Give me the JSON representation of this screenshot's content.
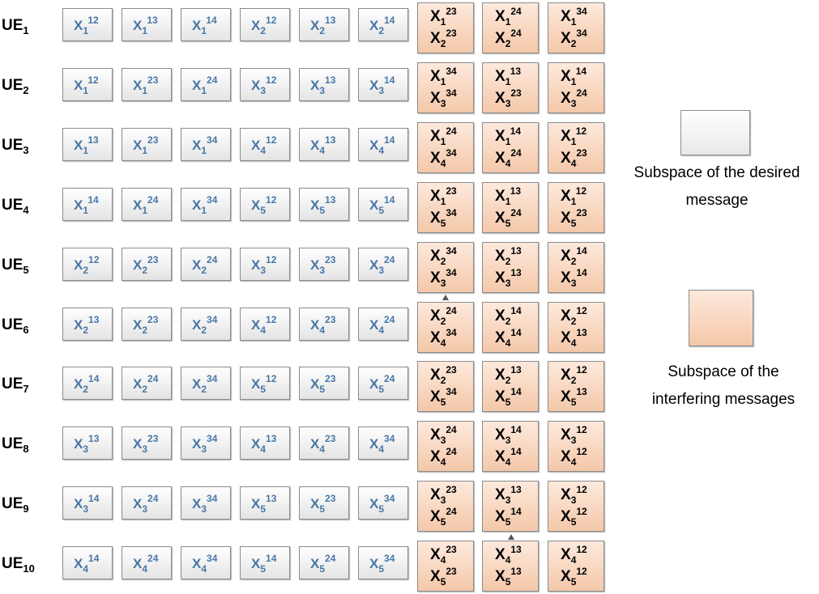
{
  "rows": [
    {
      "ue": {
        "base": "UE",
        "sub": "1"
      },
      "desired": [
        [
          "1",
          "12"
        ],
        [
          "1",
          "13"
        ],
        [
          "1",
          "14"
        ],
        [
          "2",
          "12"
        ],
        [
          "2",
          "13"
        ],
        [
          "2",
          "14"
        ]
      ],
      "interfering": [
        [
          [
            "1",
            "23"
          ],
          [
            "2",
            "23"
          ]
        ],
        [
          [
            "1",
            "24"
          ],
          [
            "2",
            "24"
          ]
        ],
        [
          [
            "1",
            "34"
          ],
          [
            "2",
            "34"
          ]
        ]
      ]
    },
    {
      "ue": {
        "base": "UE",
        "sub": "2"
      },
      "desired": [
        [
          "1",
          "12"
        ],
        [
          "1",
          "23"
        ],
        [
          "1",
          "24"
        ],
        [
          "3",
          "12"
        ],
        [
          "3",
          "13"
        ],
        [
          "3",
          "14"
        ]
      ],
      "interfering": [
        [
          [
            "1",
            "34"
          ],
          [
            "3",
            "34"
          ]
        ],
        [
          [
            "1",
            "13"
          ],
          [
            "3",
            "23"
          ]
        ],
        [
          [
            "1",
            "14"
          ],
          [
            "3",
            "24"
          ]
        ]
      ]
    },
    {
      "ue": {
        "base": "UE",
        "sub": "3"
      },
      "desired": [
        [
          "1",
          "13"
        ],
        [
          "1",
          "23"
        ],
        [
          "1",
          "34"
        ],
        [
          "4",
          "12"
        ],
        [
          "4",
          "13"
        ],
        [
          "4",
          "14"
        ]
      ],
      "interfering": [
        [
          [
            "1",
            "24"
          ],
          [
            "4",
            "34"
          ]
        ],
        [
          [
            "1",
            "14"
          ],
          [
            "4",
            "24"
          ]
        ],
        [
          [
            "1",
            "12"
          ],
          [
            "4",
            "23"
          ]
        ]
      ]
    },
    {
      "ue": {
        "base": "UE",
        "sub": "4"
      },
      "desired": [
        [
          "1",
          "14"
        ],
        [
          "1",
          "24"
        ],
        [
          "1",
          "34"
        ],
        [
          "5",
          "12"
        ],
        [
          "5",
          "13"
        ],
        [
          "5",
          "14"
        ]
      ],
      "interfering": [
        [
          [
            "1",
            "23"
          ],
          [
            "5",
            "34"
          ]
        ],
        [
          [
            "1",
            "13"
          ],
          [
            "5",
            "24"
          ]
        ],
        [
          [
            "1",
            "12"
          ],
          [
            "5",
            "23"
          ]
        ]
      ]
    },
    {
      "ue": {
        "base": "UE",
        "sub": "5"
      },
      "desired": [
        [
          "2",
          "12"
        ],
        [
          "2",
          "23"
        ],
        [
          "2",
          "24"
        ],
        [
          "3",
          "12"
        ],
        [
          "3",
          "23"
        ],
        [
          "3",
          "24"
        ]
      ],
      "interfering": [
        [
          [
            "2",
            "34"
          ],
          [
            "3",
            "34"
          ]
        ],
        [
          [
            "2",
            "13"
          ],
          [
            "3",
            "13"
          ]
        ],
        [
          [
            "2",
            "14"
          ],
          [
            "3",
            "14"
          ]
        ]
      ]
    },
    {
      "ue": {
        "base": "UE",
        "sub": "6"
      },
      "desired": [
        [
          "2",
          "13"
        ],
        [
          "2",
          "23"
        ],
        [
          "2",
          "34"
        ],
        [
          "4",
          "12"
        ],
        [
          "4",
          "23"
        ],
        [
          "4",
          "24"
        ]
      ],
      "interfering": [
        [
          [
            "2",
            "24"
          ],
          [
            "4",
            "34"
          ]
        ],
        [
          [
            "2",
            "14"
          ],
          [
            "4",
            "14"
          ]
        ],
        [
          [
            "2",
            "12"
          ],
          [
            "4",
            "13"
          ]
        ]
      ]
    },
    {
      "ue": {
        "base": "UE",
        "sub": "7"
      },
      "desired": [
        [
          "2",
          "14"
        ],
        [
          "2",
          "24"
        ],
        [
          "2",
          "34"
        ],
        [
          "5",
          "12"
        ],
        [
          "5",
          "23"
        ],
        [
          "5",
          "24"
        ]
      ],
      "interfering": [
        [
          [
            "2",
            "23"
          ],
          [
            "5",
            "34"
          ]
        ],
        [
          [
            "2",
            "13"
          ],
          [
            "5",
            "14"
          ]
        ],
        [
          [
            "2",
            "12"
          ],
          [
            "5",
            "13"
          ]
        ]
      ]
    },
    {
      "ue": {
        "base": "UE",
        "sub": "8"
      },
      "desired": [
        [
          "3",
          "13"
        ],
        [
          "3",
          "23"
        ],
        [
          "3",
          "34"
        ],
        [
          "4",
          "13"
        ],
        [
          "4",
          "23"
        ],
        [
          "4",
          "34"
        ]
      ],
      "interfering": [
        [
          [
            "3",
            "24"
          ],
          [
            "4",
            "24"
          ]
        ],
        [
          [
            "3",
            "14"
          ],
          [
            "4",
            "14"
          ]
        ],
        [
          [
            "3",
            "12"
          ],
          [
            "4",
            "12"
          ]
        ]
      ]
    },
    {
      "ue": {
        "base": "UE",
        "sub": "9"
      },
      "desired": [
        [
          "3",
          "14"
        ],
        [
          "3",
          "24"
        ],
        [
          "3",
          "34"
        ],
        [
          "5",
          "13"
        ],
        [
          "5",
          "23"
        ],
        [
          "5",
          "34"
        ]
      ],
      "interfering": [
        [
          [
            "3",
            "23"
          ],
          [
            "5",
            "24"
          ]
        ],
        [
          [
            "3",
            "13"
          ],
          [
            "5",
            "14"
          ]
        ],
        [
          [
            "3",
            "12"
          ],
          [
            "5",
            "12"
          ]
        ]
      ]
    },
    {
      "ue": {
        "base": "UE",
        "sub": "10"
      },
      "desired": [
        [
          "4",
          "14"
        ],
        [
          "4",
          "24"
        ],
        [
          "4",
          "34"
        ],
        [
          "5",
          "14"
        ],
        [
          "5",
          "24"
        ],
        [
          "5",
          "34"
        ]
      ],
      "interfering": [
        [
          [
            "4",
            "23"
          ],
          [
            "5",
            "23"
          ]
        ],
        [
          [
            "4",
            "13"
          ],
          [
            "5",
            "13"
          ]
        ],
        [
          [
            "4",
            "12"
          ],
          [
            "5",
            "12"
          ]
        ]
      ]
    }
  ],
  "symbol": "X",
  "legend": {
    "desired": {
      "line1": "Subspace of the desired",
      "line2": "message"
    },
    "interfering": {
      "line1": "Subspace of the",
      "line2": "interfering  messages"
    }
  },
  "colors": {
    "desired_text": "#4877a6",
    "desired_fill_top": "#ffffff",
    "desired_fill_bottom": "#e4e4e4",
    "interfering_text": "#000000",
    "interfering_fill_top": "#fde9dc",
    "interfering_fill_bottom": "#f4c8a9",
    "border": "#8c8c8c"
  }
}
